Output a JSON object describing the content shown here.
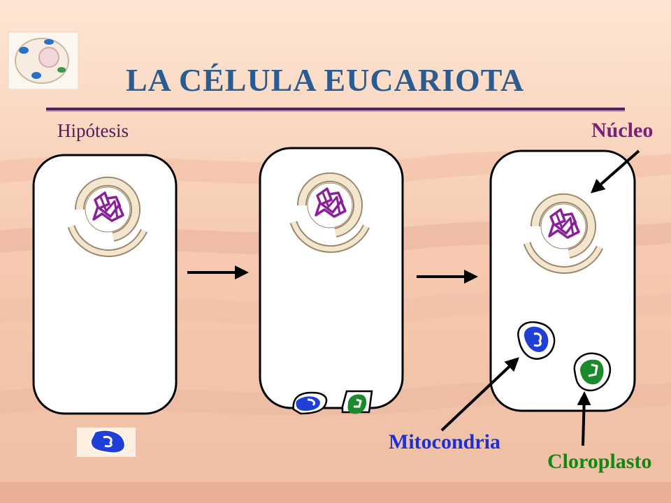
{
  "title": "LA CÉLULA EUCARIOTA",
  "labels": {
    "hypothesis": "Hipótesis",
    "nucleus": "Núcleo",
    "mitochondria": "Mitocondria",
    "chloroplast": "Cloroplasto"
  },
  "colors": {
    "title": "#2a5c91",
    "rule": "#5a1f5a",
    "chromatin": "#8a1f9a",
    "mitochondria": "#1f3fd6",
    "chloroplast": "#1a8a2a",
    "nuclear_envelope": "#f3e6cf"
  },
  "stages": [
    {
      "name": "stage-1",
      "organelles_attached": [],
      "organelles_free": [
        "mitochondria"
      ]
    },
    {
      "name": "stage-2",
      "organelles_attached": [
        "mitochondria",
        "chloroplast"
      ],
      "organelles_free": []
    },
    {
      "name": "stage-3",
      "organelles_attached": [],
      "organelles_inside": [
        "mitochondria",
        "chloroplast"
      ]
    }
  ]
}
